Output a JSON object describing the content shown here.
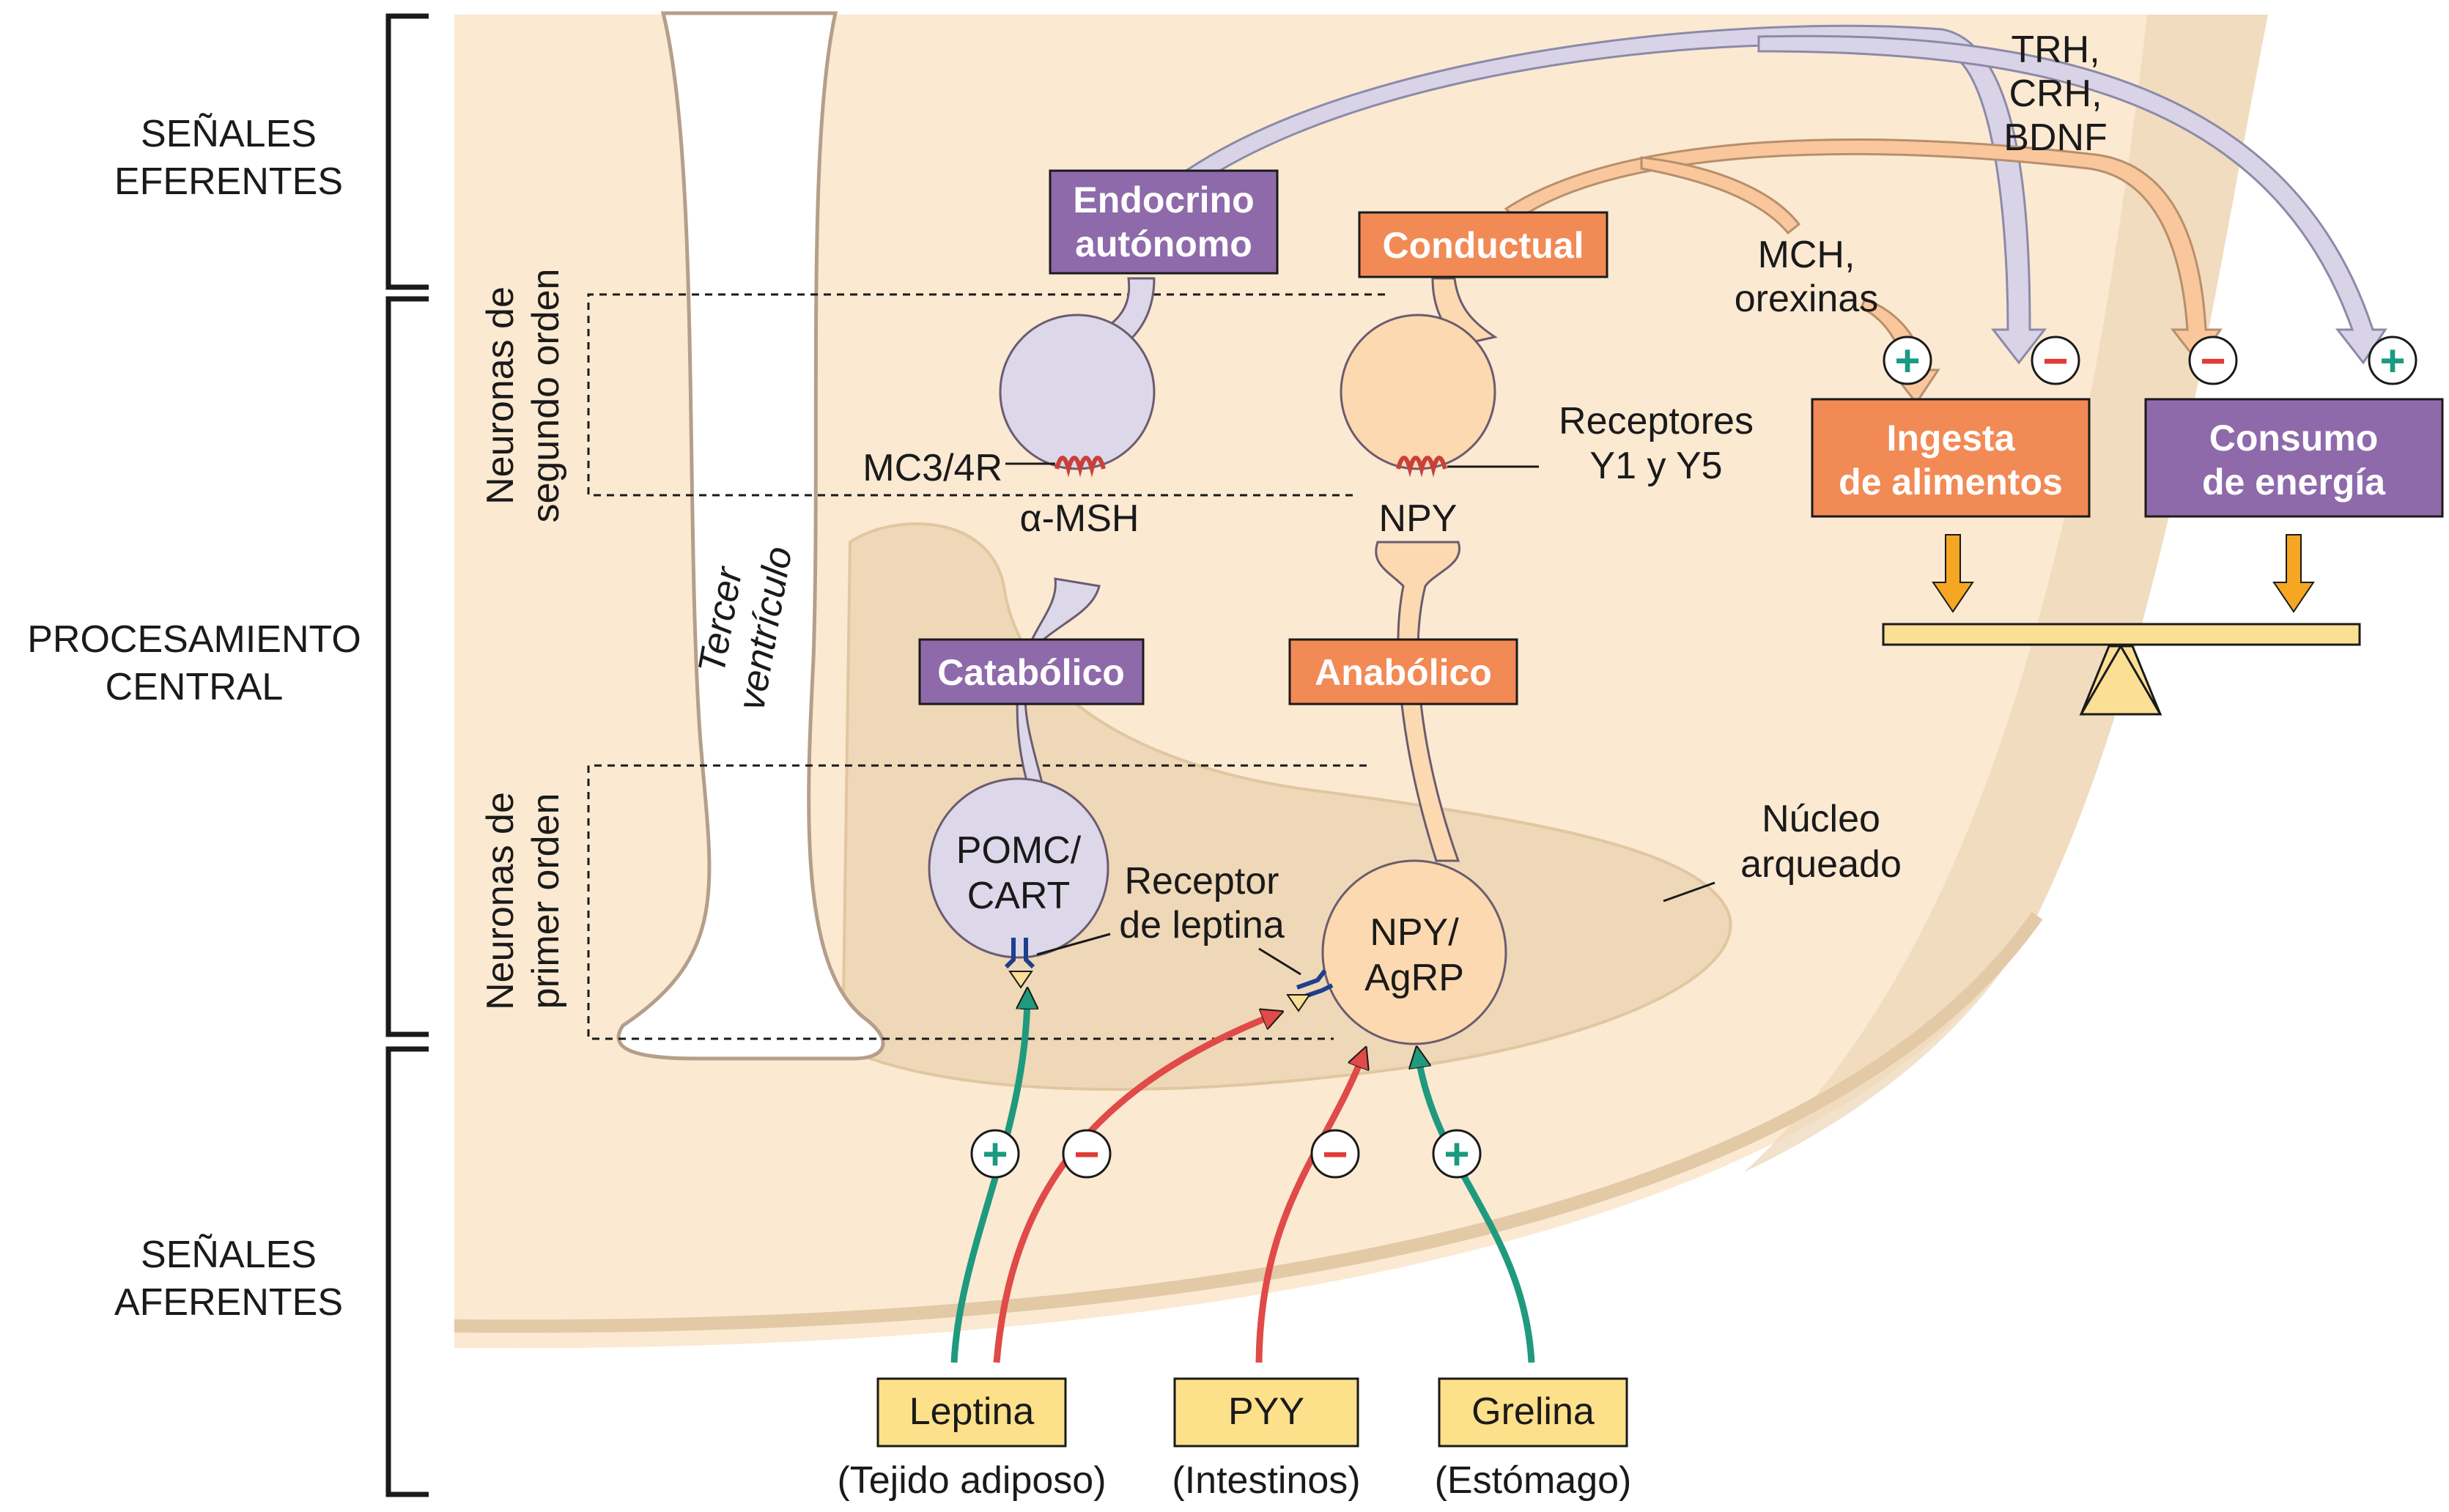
{
  "sections": {
    "efferent": [
      "SEÑALES",
      "EFERENTES"
    ],
    "central": [
      "PROCESAMIENTO",
      "CENTRAL"
    ],
    "afferent": [
      "SEÑALES",
      "AFERENTES"
    ]
  },
  "neuron_groups": {
    "second_order": [
      "Neuronas de",
      "segundo orden"
    ],
    "first_order": [
      "Neuronas de",
      "primer orden"
    ]
  },
  "third_ventricle": [
    "Tercer",
    "ventrículo"
  ],
  "boxes": {
    "endocrine": [
      "Endocrino",
      "autónomo"
    ],
    "behavioral": "Conductual",
    "catabolic": "Catabólico",
    "anabolic": "Anabólico",
    "food_intake": [
      "Ingesta",
      "de alimentos"
    ],
    "energy_use": [
      "Consumo",
      "de energía"
    ]
  },
  "labels": {
    "trh": [
      "TRH,",
      "CRH,",
      "BDNF"
    ],
    "mch": [
      "MCH,",
      "orexinas"
    ],
    "mc34r": "MC3/4R",
    "y_receptors": [
      "Receptores",
      "Y1 y Y5"
    ],
    "amsh": "α-MSH",
    "npy": "NPY",
    "pomc": [
      "POMC/",
      "CART"
    ],
    "leptin_receptor": [
      "Receptor",
      "de leptina"
    ],
    "npy_agrp": [
      "NPY/",
      "AgRP"
    ],
    "arcuate": [
      "Núcleo",
      "arqueado"
    ]
  },
  "hormones": [
    {
      "name": "Leptina",
      "source": "(Tejido adiposo)"
    },
    {
      "name": "PYY",
      "source": "(Intestinos)"
    },
    {
      "name": "Grelina",
      "source": "(Estómago)"
    }
  ],
  "signs": {
    "plus": "+",
    "minus": "−"
  },
  "colors": {
    "background_tissue": "#fbe9d2",
    "arcuate_nucleus": "#efd8b8",
    "purple_box": "#8e6aab",
    "orange_box": "#f28a55",
    "neuron_purple": "#ddd7ea",
    "neuron_orange": "#fcd9b0",
    "hormone_box": "#fde08a",
    "plus_green": "#1a9a80",
    "minus_red": "#e03b35",
    "arrow_green": "#1f9a7e",
    "arrow_red": "#e04a48",
    "arrow_lilac": "#d9d3e8",
    "arrow_peach": "#f9c79b",
    "balance": "#fbdf95",
    "down_arrow": "#f5a623"
  }
}
